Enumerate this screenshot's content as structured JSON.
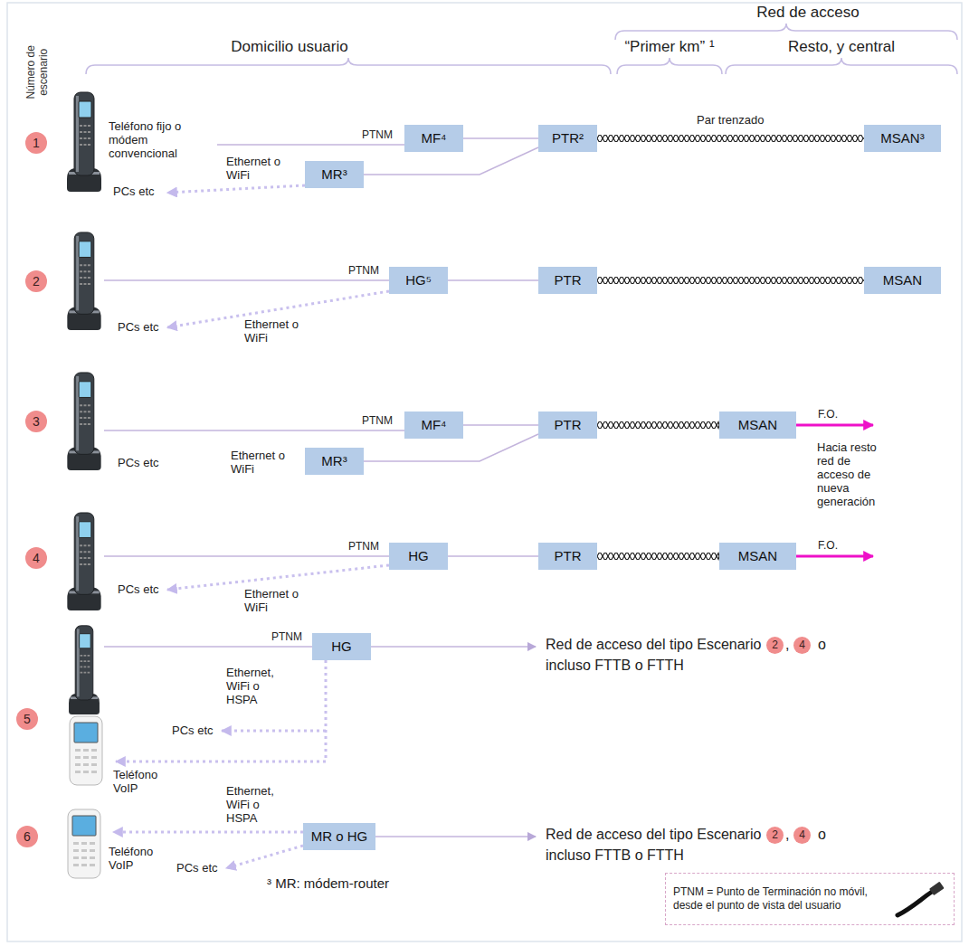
{
  "diagram": {
    "nodes": [
      {
        "text": [
          "MF⁴"
        ]
      },
      {
        "text": [
          "MR³"
        ]
      },
      {
        "text": [
          "PTR²"
        ]
      },
      {
        "text": [
          "MSAN³"
        ]
      },
      {
        "text": [
          "HG⁵"
        ]
      },
      {
        "text": [
          "PTR"
        ]
      },
      {
        "text": [
          "MSAN"
        ]
      },
      {
        "text": [
          "MF⁴"
        ]
      },
      {
        "text": [
          "MR³"
        ]
      },
      {
        "text": [
          "PTR"
        ]
      },
      {
        "text": [
          "MSAN"
        ]
      },
      {
        "text": [
          "HG"
        ]
      },
      {
        "text": [
          "PTR"
        ]
      },
      {
        "text": [
          "MSAN"
        ]
      },
      {
        "text": [
          "HG"
        ]
      },
      {
        "text": [
          "MR o HG"
        ]
      },
      {
        "text": [
          "PTNM = Punto de Terminación no móvil, desde el punto de vista del usuario"
        ]
      }
    ],
    "edges": [
      {
        "from": 0,
        "to": 2,
        "arrow": "none"
      },
      {
        "from": 1,
        "to": 2,
        "arrow": "none"
      },
      {
        "from": 2,
        "to": 3,
        "arrow": "none",
        "label": "Par trenzado"
      },
      {
        "from": 4,
        "to": 5,
        "arrow": "none"
      },
      {
        "from": 5,
        "to": 6,
        "arrow": "none"
      },
      {
        "from": 7,
        "to": 9,
        "arrow": "none"
      },
      {
        "from": 8,
        "to": 9,
        "arrow": "none"
      },
      {
        "from": 9,
        "to": 10,
        "arrow": "none"
      },
      {
        "from": 11,
        "to": 12,
        "arrow": "none"
      },
      {
        "from": 12,
        "to": 13,
        "arrow": "none"
      }
    ],
    "labels": [
      "Número de escenario",
      "Domicilio usuario",
      "Red de acceso",
      "“Primer km” ¹",
      "Resto, y central",
      "1",
      "Teléfono fijo o módem convencional",
      "PTNM",
      "PCs etc",
      "Ethernet o WiFi",
      "2",
      "PTNM",
      "PCs etc",
      "Ethernet o WiFi",
      "3",
      "PTNM",
      "PCs etc",
      "Ethernet o WiFi",
      "F.O.",
      "Hacia resto red de acceso de nueva generación",
      "4",
      "PTNM",
      "PCs etc",
      "Ethernet o WiFi",
      "F.O.",
      "PTNM",
      "Ethernet, WiFi o HSPA",
      "5",
      "PCs etc",
      "Teléfono VoIP",
      "Red de acceso del tipo Escenario",
      "2",
      ",",
      "4",
      "o",
      "incluso FTTB o FTTH",
      "6",
      "Teléfono VoIP",
      "Ethernet, WiFi o HSPA",
      "PCs etc",
      "³ MR: módem-router",
      "Red de acceso del tipo Escenario",
      "2",
      ",",
      "4",
      "o",
      "incluso FTTB o FTTH"
    ]
  }
}
